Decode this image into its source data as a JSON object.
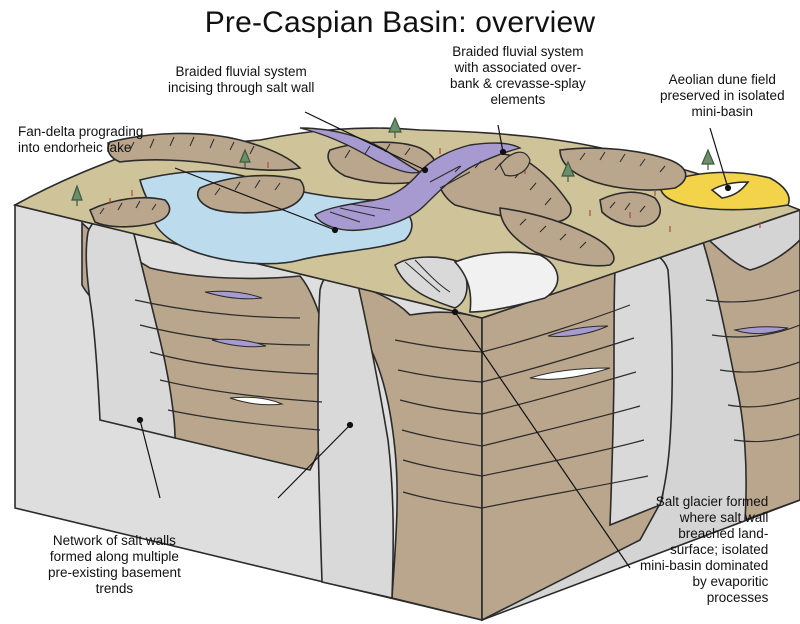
{
  "title": "Pre-Caspian Basin:  overview",
  "labels": {
    "braided_incising": "Braided fluvial system\nincising through salt wall",
    "braided_overbank": "Braided fluvial system\nwith associated over-\nbank & crevasse-splay\nelements",
    "aeolian": "Aeolian dune field\npreserved in isolated\nmini-basin",
    "fan_delta": "Fan-delta prograding\ninto endorheic lake",
    "salt_walls": "Network of salt walls\nformed along multiple\npre-existing basement\ntrends",
    "salt_glacier": "Salt glacier formed\nwhere salt wall\nbreached land-\nsurface; isolated\nmini-basin dominated\nby evaporitic\nprocesses"
  },
  "colors": {
    "salt": "#d9d9da",
    "sediment": "#b9a68c",
    "surface": "#cfc39a",
    "lake": "#bcdcee",
    "channel": "#a79ad0",
    "dune": "#f2d34a",
    "outline": "#2b2b2b"
  }
}
